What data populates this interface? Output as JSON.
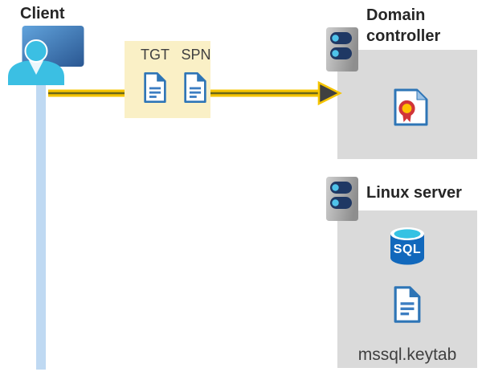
{
  "diagram": {
    "description": "Kerberos authentication flow from client to domain controller and Linux SQL server"
  },
  "client": {
    "title": "Client"
  },
  "message": {
    "tgt_label": "TGT",
    "spn_label": "SPN"
  },
  "domain_controller": {
    "title": "Domain controller"
  },
  "linux_server": {
    "title": "Linux server",
    "sql_label": "SQL",
    "keytab_filename": "mssql.keytab"
  },
  "colors": {
    "accent_yellow": "#F5C400",
    "arrow_core": "#6B6718",
    "arrow_head": "#404040",
    "note_yellow": "#FAF0C6",
    "panel_gray": "#DADADA",
    "doc_blue": "#2E75B6",
    "server_navy": "#1F3864",
    "server_dot": "#4FC3EA",
    "person_cyan": "#3BBFE3",
    "line_blue": "#BFD9F2",
    "sql_blue": "#1168BC",
    "sql_top": "#35C2E3",
    "cert_red": "#D13438",
    "cert_gold": "#FFC000",
    "title_color": "#262626",
    "label_color": "#404040"
  }
}
